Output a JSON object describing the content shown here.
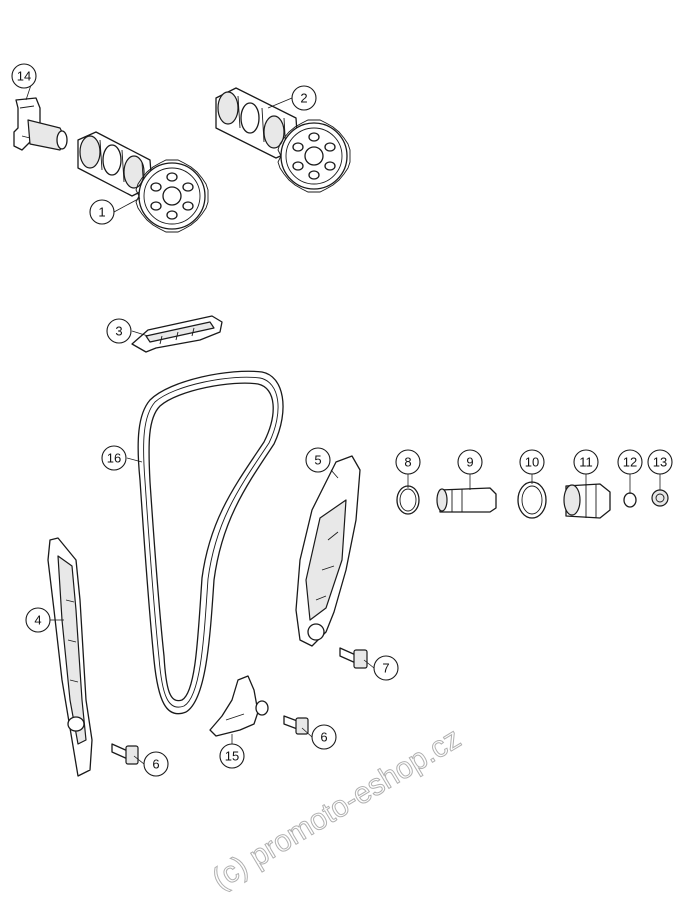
{
  "watermark": "(c) promoto-eshop.cz",
  "callouts": {
    "c1": "1",
    "c2": "2",
    "c3": "3",
    "c4": "4",
    "c5": "5",
    "c6a": "6",
    "c6b": "6",
    "c7": "7",
    "c8": "8",
    "c9": "9",
    "c10": "10",
    "c11": "11",
    "c12": "12",
    "c13": "13",
    "c14": "14",
    "c15": "15",
    "c16": "16"
  }
}
